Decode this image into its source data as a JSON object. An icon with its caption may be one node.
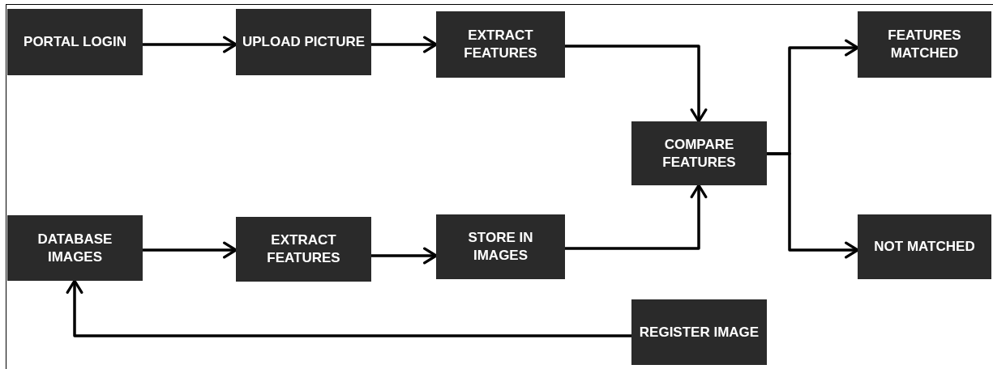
{
  "diagram": {
    "nodes": [
      {
        "text": [
          "PORTAL LOGIN"
        ]
      },
      {
        "text": [
          "UPLOAD PICTURE"
        ]
      },
      {
        "text": [
          "EXTRACT FEATURES"
        ]
      },
      {
        "text": [
          "FEATURES MATCHED"
        ]
      },
      {
        "text": [
          "COMPARE FEATURES"
        ]
      },
      {
        "text": [
          "DATABASE IMAGES"
        ]
      },
      {
        "text": [
          "EXTRACT FEATURES"
        ]
      },
      {
        "text": [
          "STORE IN IMAGES"
        ]
      },
      {
        "text": [
          "NOT MATCHED"
        ]
      },
      {
        "text": [
          "REGISTER IMAGE"
        ]
      }
    ],
    "edges": [
      {
        "from": 0,
        "to": 1,
        "arrow": "to"
      },
      {
        "from": 1,
        "to": 2,
        "arrow": "to"
      },
      {
        "from": 2,
        "to": 4,
        "arrow": "to"
      },
      {
        "from": 4,
        "to": 3,
        "arrow": "to"
      },
      {
        "from": 4,
        "to": 8,
        "arrow": "to"
      },
      {
        "from": 5,
        "to": 6,
        "arrow": "to"
      },
      {
        "from": 6,
        "to": 7,
        "arrow": "to"
      },
      {
        "from": 7,
        "to": 4,
        "arrow": "to"
      },
      {
        "from": 9,
        "to": 5,
        "arrow": "to"
      }
    ]
  }
}
